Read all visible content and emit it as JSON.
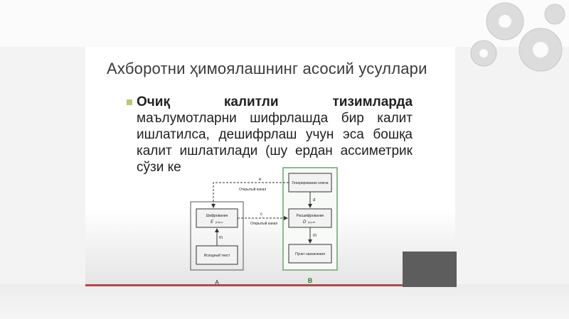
{
  "slide": {
    "title": "Ахборотни ҳимоялашнинг асосий усуллари",
    "body_lines": [
      "Очиқ калитли тизимларда",
      "маълумотларни шифрлашда бир калит",
      "ишлатилса, дешифрлаш учун эса бошқа",
      "калит ишлатилади (шу ердан ассиметрик",
      "сўзи ке"
    ],
    "body_bold_words": [
      "Очиқ",
      "калитли",
      "тизимларда"
    ]
  },
  "diagram": {
    "left_block_a": "Шифрование",
    "left_block_a_sub": "E",
    "left_block_a_note": "(m)=c",
    "left_block_b": "Исходный текст",
    "right_block_a": "Генерирование ключа",
    "right_block_b": "Расшифрование",
    "right_block_b_sub": "D",
    "right_block_b_note": "(c)=m",
    "right_block_c": "Пункт назначения",
    "channel_top": "Открытый канал",
    "channel_mid": "Открытый канал",
    "label_e": "e",
    "label_c": "c",
    "label_d": "d",
    "label_m_left": "m",
    "label_m_right": "m",
    "caption_left": "A",
    "caption_right": "B"
  },
  "colors": {
    "accent_bullet": "#b9c87a",
    "rule": "#b44a4a",
    "green_frame": "#6aa66a"
  }
}
